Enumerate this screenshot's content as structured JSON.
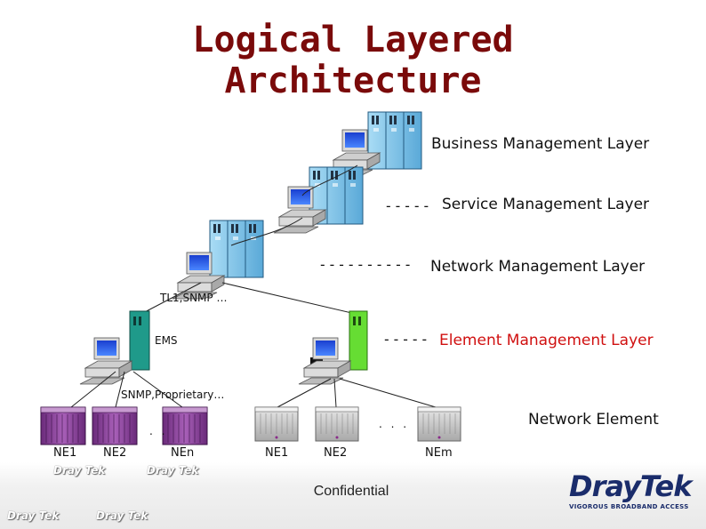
{
  "title": {
    "line1": "Logical Layered",
    "line2": "Architecture"
  },
  "layers": [
    {
      "label": "Business Management Layer",
      "connector": "",
      "color": "#111111"
    },
    {
      "label": "Service Management Layer",
      "connector": "-----",
      "color": "#111111"
    },
    {
      "label": "Network Management Layer",
      "connector": "----------",
      "color": "#111111"
    },
    {
      "label": "Element Management Layer",
      "connector": "-----",
      "color": "#d01010"
    },
    {
      "label": "Network Element",
      "connector": "",
      "color": "#111111"
    }
  ],
  "protocols": {
    "upper": "TL1,SNMP …",
    "lower": "SNMP,Proprietary…"
  },
  "ems_label": "EMS",
  "ellipsis": {
    "left": ". .",
    "right": ". . ."
  },
  "ne_left": [
    "NE1",
    "NE2",
    "NEn"
  ],
  "ne_right": [
    "NE1",
    "NE2",
    "NEm"
  ],
  "footer": {
    "confidential": "Confidential",
    "watermark": "Dray Tek",
    "logo": "DrayTek",
    "tagline": "VIGOROUS BROADBAND ACCESS"
  },
  "colors": {
    "title": "#7a0a0a",
    "server": "#7ac0e8",
    "ems_left": "#1f9a8a",
    "ems_right": "#66dd33",
    "ne_left": "#8a3a9a",
    "ne_right": "#c8c8c8"
  }
}
